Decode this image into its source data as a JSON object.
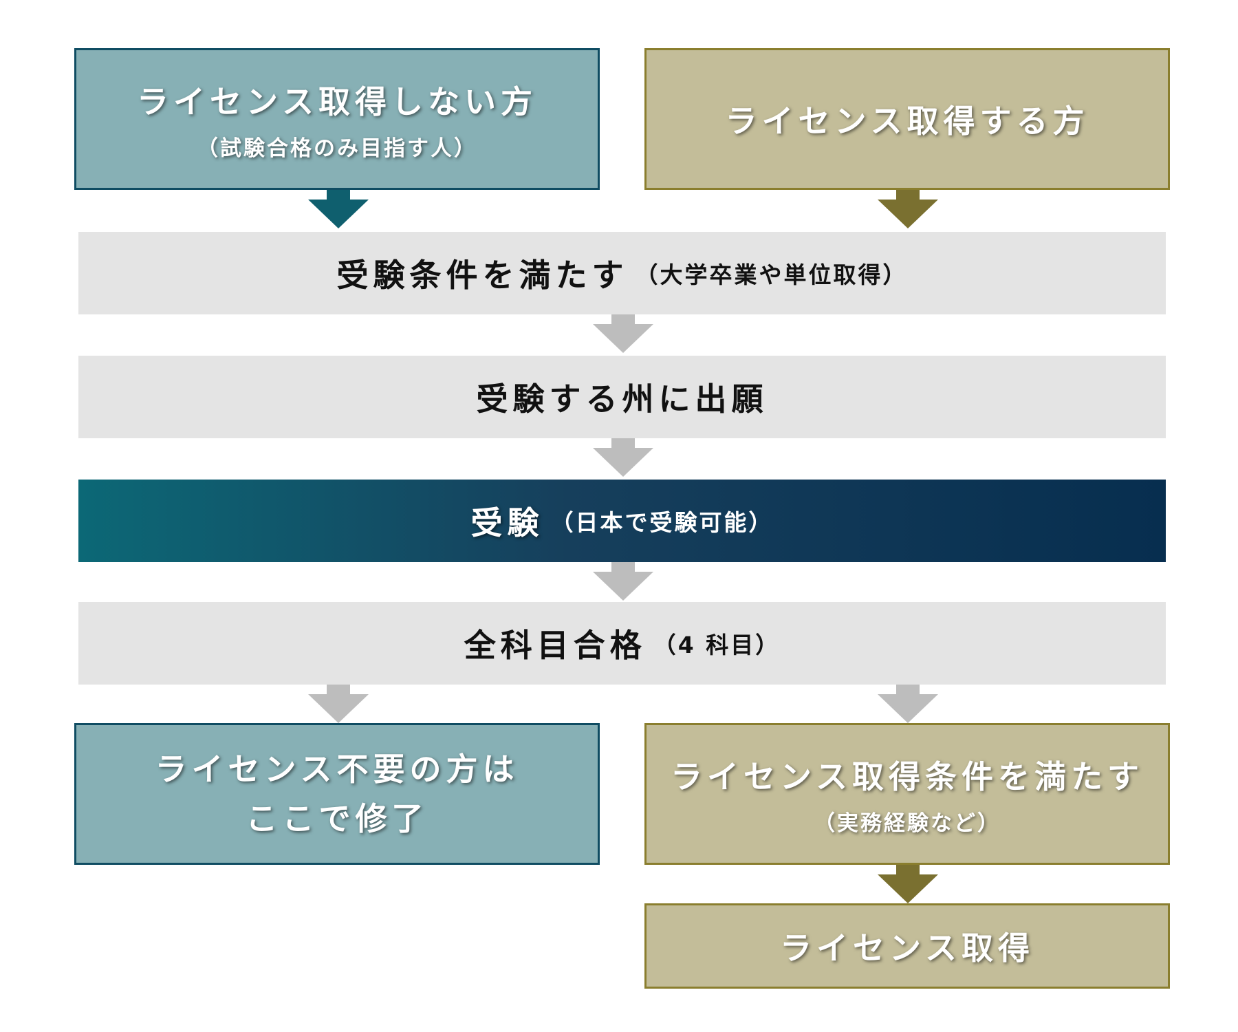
{
  "colors": {
    "teal_fill": "#87b0b5",
    "teal_border": "#0f4c62",
    "teal_arrow": "#0f5f6e",
    "khaki_fill": "#c3bd99",
    "khaki_border": "#8a7e2e",
    "khaki_arrow": "#7a7030",
    "grey_fill": "#e4e4e4",
    "grey_arrow": "#bdbdbd",
    "dark_gradient_start": "#0c6876",
    "dark_gradient_end": "#072e4f"
  },
  "flow": {
    "left_top": {
      "title": "ライセンス取得しない方",
      "sub": "（試験合格のみ目指す人）"
    },
    "right_top": {
      "title": "ライセンス取得する方"
    },
    "step1": {
      "title": "受験条件を満たす",
      "note": "（大学卒業や単位取得）"
    },
    "step2": {
      "title": "受験する州に出願"
    },
    "step3": {
      "title": "受験",
      "note": "（日本で受験可能）"
    },
    "step4": {
      "title": "全科目合格",
      "note": "（4 科目）"
    },
    "left_end": {
      "line1": "ライセンス不要の方は",
      "line2": "ここで修了"
    },
    "right_cond": {
      "title": "ライセンス取得条件を満たす",
      "sub": "（実務経験など）"
    },
    "right_end": {
      "title": "ライセンス取得"
    }
  }
}
